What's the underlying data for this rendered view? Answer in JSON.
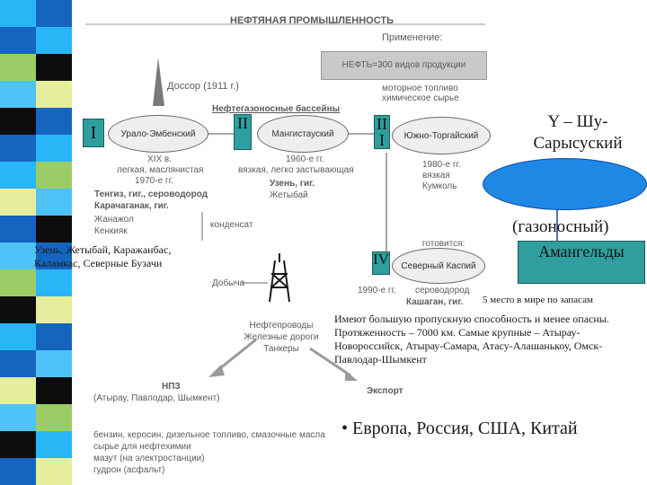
{
  "header": {
    "title": "НЕФТЯНАЯ ПРОМЫШЛЕННОСТЬ",
    "application_label": "Применение:",
    "oil_box": "НЕФТЬ=300 видов продукции",
    "uses": [
      "моторное топливо",
      "химическое сырье"
    ]
  },
  "dossor": "Доссор (1911 г.)",
  "basins_label": "Нефтегазоносные бассейны",
  "basins": [
    {
      "roman": "I",
      "name": "Урало-Эмбенский"
    },
    {
      "roman": "II",
      "name": "Мангистауский"
    },
    {
      "roman": "III",
      "name": "Южно-Торгайский"
    },
    {
      "roman": "IV",
      "name": "Северный Каспий"
    }
  ],
  "uralo": {
    "notes": [
      "XIX в.",
      "легкая, маслянистая",
      "1970-е гг."
    ],
    "fields": [
      "Тенгиз, гиг., сероводород",
      "Карачаганак, гиг.",
      "Жанажол",
      "Кенкияк"
    ],
    "condensate": "конденсат"
  },
  "mangistau": {
    "notes": [
      "1960-е гг.",
      "вязкая, легко застывающая"
    ],
    "fields": [
      "Узень, гиг.",
      "Жетыбай"
    ]
  },
  "torgay": {
    "notes": [
      "1980-е гг.",
      "вязкая",
      "Кумколь"
    ]
  },
  "caspian": {
    "preparing": "готовится:",
    "notes": [
      "1990-е гг.",
      "сероводород"
    ],
    "field": "Кашаган, гиг."
  },
  "overlay": {
    "fields_list_1": "Узень,  Жетыбай, Каражанбас,",
    "fields_list_2": "Каламкас,  Северные Бузачи",
    "shu_sarysu": "Y – Шу-Сарысуский",
    "gas": "(газоносный)",
    "amangeldy": "Амангельды",
    "rank": "5 место в мире по запасам",
    "pipelines_text": "Имеют большую пропускную способность и менее опасны. Протяженность – 7000 км. Самые крупные – Атырау-Новороссийск, Атырау-Самара, Атасу-Алашанькоу, Омск-Павлодар-Шымкент",
    "export_bullet": "Европа, Россия, США, Китай"
  },
  "transport": {
    "production": "Добыча",
    "modes": [
      "Нефтепроводы",
      "Железные дороги",
      "Танкеры"
    ]
  },
  "refinery": {
    "title": "НПЗ",
    "cities": "(Атырау, Павлодар, Шымкент)",
    "export": "Экспорт",
    "products": [
      "бензин, керосин, дизельное топливо, смазочные масла",
      "сырье для нефтехимии",
      "мазут (на электростанции)",
      "гудрон (асфальт)"
    ]
  },
  "colors": {
    "teal": "#2f9e9e",
    "blue": "#1e88e5",
    "strip": [
      "#29b6f6",
      "#1565c0",
      "#0d0d0d",
      "#9ccc65",
      "#e6ee9c",
      "#4fc3f7"
    ]
  }
}
